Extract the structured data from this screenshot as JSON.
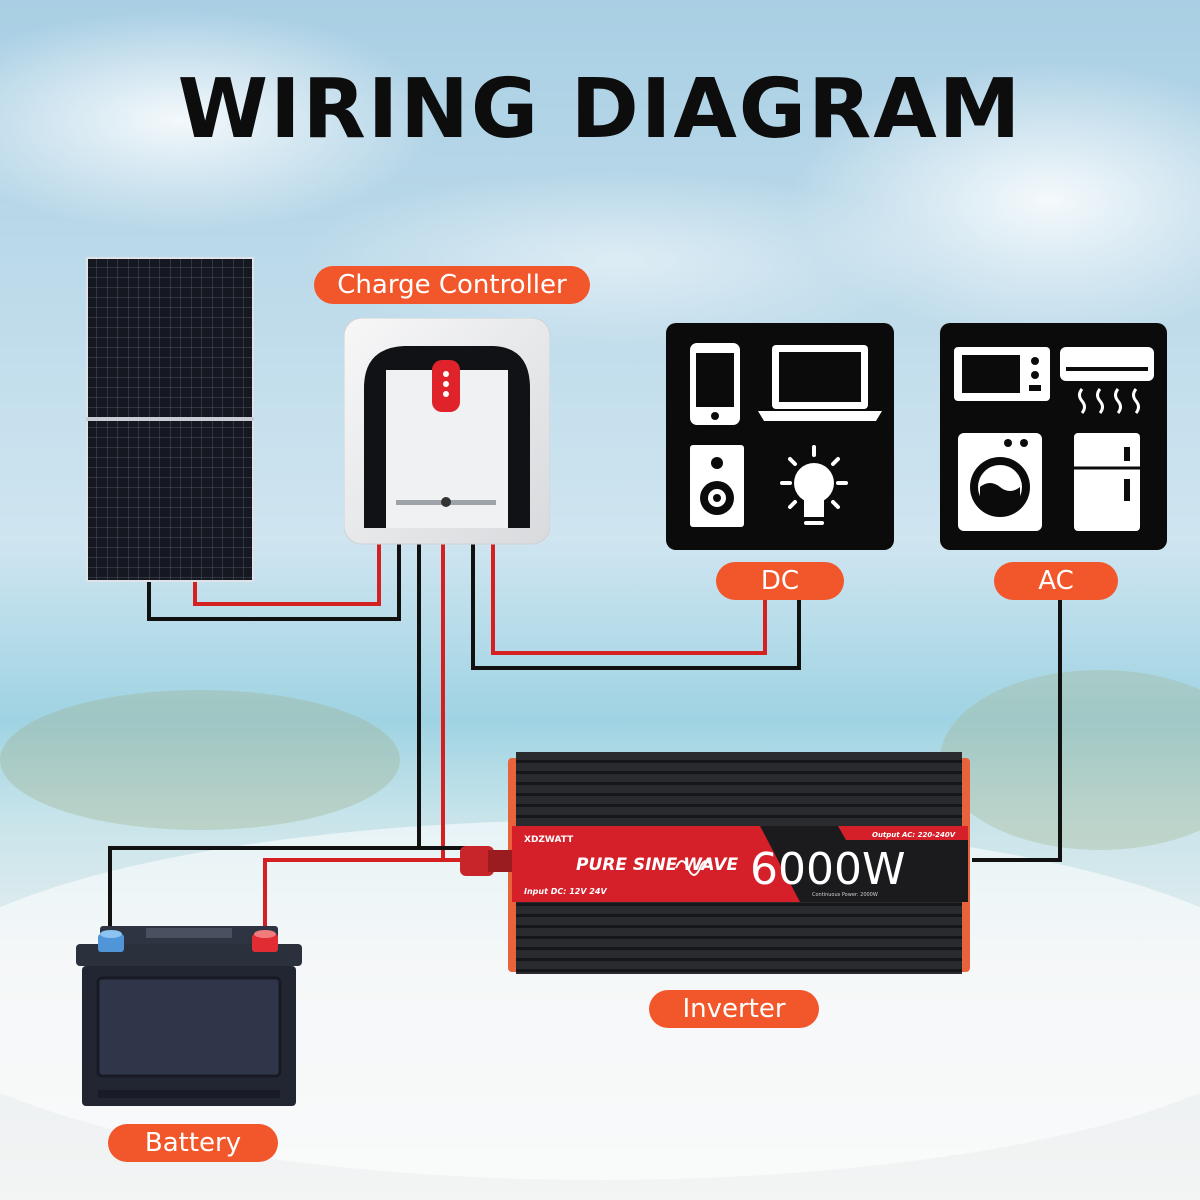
{
  "title": "WIRING DIAGRAM",
  "labels": {
    "charge_controller": "Charge Controller",
    "dc": "DC",
    "ac": "AC",
    "inverter": "Inverter",
    "battery": "Battery"
  },
  "inverter": {
    "brand": "XDZWATT",
    "product": "PURE SINE WAVE",
    "power": "6000W",
    "output_ac": "Output AC:  220-240V",
    "input_dc": "Input DC:   12V   24V",
    "continuous_power": "Continuous Power: 2000W"
  },
  "icons": {
    "dc_loads": [
      "smartphone-icon",
      "laptop-icon",
      "speaker-icon",
      "light-bulb-icon"
    ],
    "ac_loads": [
      "microwave-icon",
      "air-conditioner-icon",
      "washing-machine-icon",
      "refrigerator-icon"
    ]
  },
  "colors": {
    "accent": "#f2572b",
    "wire_positive": "#d42020",
    "wire_negative": "#111111",
    "icon_panel": "#0b0b0b",
    "inverter_red": "#d5202a"
  }
}
